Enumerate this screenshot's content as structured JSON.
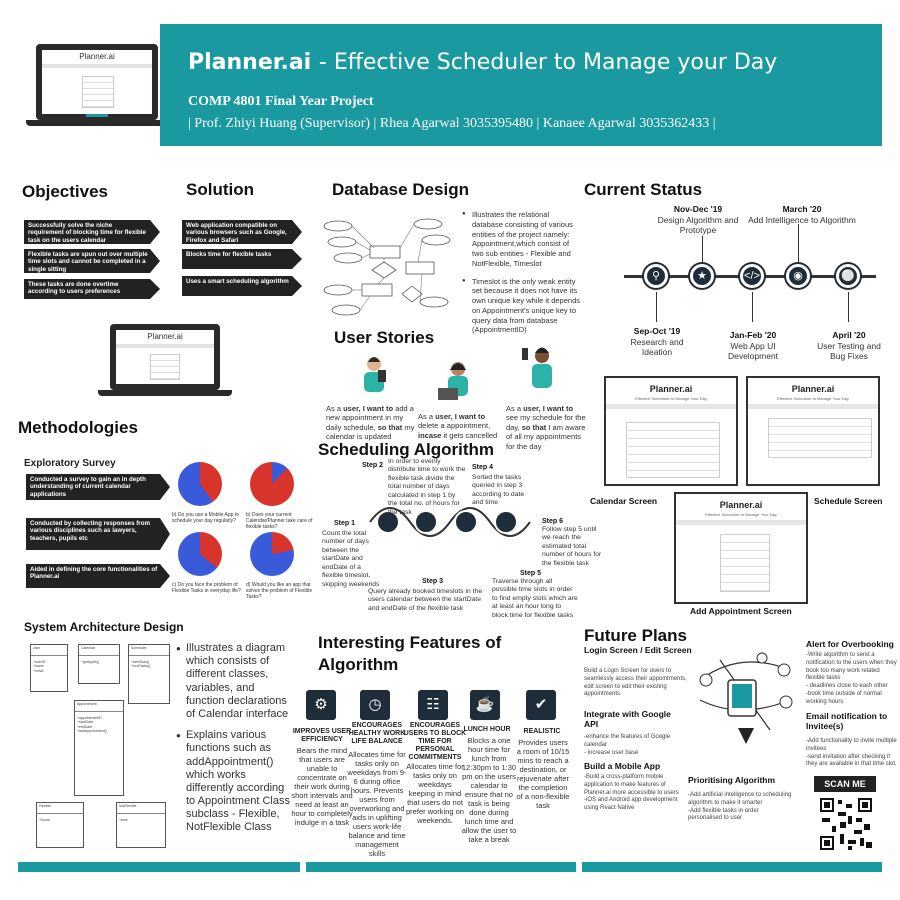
{
  "header": {
    "title": "Planner.ai",
    "title_rest": "- Effective Scheduler to Manage your Day",
    "subtitle": "COMP 4801 Final Year Project",
    "names": "| Prof. Zhiyi Huang (Supervisor) |  Rhea Agarwal 3035395480  | Kanaee Agarwal 3035362433 |"
  },
  "laptop": {
    "app_title": "Planner.ai"
  },
  "objectives": {
    "heading": "Objectives",
    "items": [
      "Successfully solve the niche requirement of blocking time for flexible task on the users calendar",
      "Flexible tasks are spun out over multiple time slots  and cannot be completed in a single sitting",
      "These tasks are done overtime according to users preferences"
    ]
  },
  "solution": {
    "heading": "Solution",
    "items": [
      "Web application compatible on various browsers such as Google, Firefox and Safari",
      "Blocks time for flexible tasks",
      "Uses a smart scheduling algorithm"
    ]
  },
  "methodologies": {
    "heading": "Methodologies",
    "subheading": "Exploratory Survey",
    "items": [
      "Conducted a survey to gain an in depth understanding of current calendar applications",
      "Conducted by collecting responses from various disciplines such as lawyers, teachers, pupils etc",
      "Aided in defining the core functionalities of Planner.ai"
    ],
    "questions": [
      "b) Do you use a Mobile App to schedule your day regularly?",
      "b) Does your current Calendar/Planner take care of flexible tasks?",
      "c) Do you face the problem of Flexible Tasks in everyday life?",
      "d) Would you like an app that solves the problem of Flexible Tasks?"
    ]
  },
  "database": {
    "heading": "Database Design",
    "bullets": [
      "Illustrates the relational database consisting of various entities of the project namely: Appointment,which consist of two sub entities - Flexible and NotFlexible, Timeslot",
      "Timeslot is the only weak entity set because it does not have its own unique key while it depends on Appointment's unique key to query data from database (AppointmentID)"
    ]
  },
  "user_stories": {
    "heading": "User Stories",
    "stories": [
      {
        "role": "As a ",
        "role_b": "user",
        "want": ", I want to ",
        "text": "add a new appointment in my daily schedule, ",
        "so": "so that",
        "rest": " my calendar is updated"
      },
      {
        "role": "As a ",
        "role_b": "user",
        "want": ", I want to ",
        "text": "delete a appointment, ",
        "so": "incase",
        "rest": " it gets cancelled"
      },
      {
        "role": "As a ",
        "role_b": "user",
        "want": ", I want to ",
        "text": "see my schedule for the day, ",
        "so": "so that",
        "rest": " I am aware of all my appointments for the day"
      }
    ]
  },
  "scheduling": {
    "heading": "Scheduling Algorithm",
    "steps": [
      {
        "label": "Step 1",
        "text": "Count the total number of days between the startDate and endDate of a flexible timeslot, skipping weekends"
      },
      {
        "label": "Step 2",
        "text": "In order to evenly distribute time to work the flexible task divide the total number of days calculated in step 1 by the total no. of hours for the task"
      },
      {
        "label": "Step 3",
        "text": "Query already booked timeslots in the users calendar between the startDate and endDate of the flexible task"
      },
      {
        "label": "Step 4",
        "text": "Sorted the tasks queried in step 3 according to date and time"
      },
      {
        "label": "Step 5",
        "text": "Traverse through all possible time slots in order to find empty slots which are at least an hour long to block time for flexible tasks"
      },
      {
        "label": "Step 6",
        "text": "Follow step 5 until we reach the estimated total number of hours for the flexible task"
      }
    ]
  },
  "current_status": {
    "heading": "Current Status",
    "milestones": [
      {
        "date": "Sep-Oct '19",
        "text": "Research and Ideation"
      },
      {
        "date": "Nov-Dec '19",
        "text": "Design Algorithm and Prototype"
      },
      {
        "date": "Jan-Feb '20",
        "text": "Web App UI Development"
      },
      {
        "date": "March  '20",
        "text": "Add Intelligence to Algorithm"
      },
      {
        "date": "April  '20",
        "text": "User Testing and Bug Fixes"
      }
    ],
    "screens": {
      "app_title": "Planner.ai",
      "app_sub": "Effective Scheduler to Manage Your Day",
      "calendar": "Calendar Screen",
      "schedule": "Schedule Screen",
      "add": "Add Appointment Screen"
    }
  },
  "architecture": {
    "heading": "System Architecture Design",
    "bullets": [
      "Illustrates a diagram which consists of different classes, variables, and function declarations of Calendar interface",
      "Explains various functions such as addAppointment() which works differently according to Appointment Class subclass - Flexible, NotFlexible Class"
    ]
  },
  "features": {
    "heading": "Interesting Features of Algorithm",
    "items": [
      {
        "title": "IMPROVES USER EFFICIENCY",
        "text": "Bears the mind that users are unable to concentrate on their work during short intervals and need at least an hour to completely indulge in a task"
      },
      {
        "title": "ENCOURAGES HEALTHY WORK LIFE BALANCE",
        "text": "Allocates time for tasks only on weekdays from 9-6 during office hours. Prevents users from overworking and aids in uplifting users  work-life balance and time management skills"
      },
      {
        "title": "ENCOURAGES USERS TO BLOCK TIME FOR PERSONAL COMMITMENTS",
        "text": "Allocates time for tasks only on weekdays keeping in mind that users do not prefer working on weekends."
      },
      {
        "title": "LUNCH HOUR",
        "text": "Blocks a one hour time for lunch from 12:30pm to 1:30 pm on the users calendar to ensure that no task is being done during lunch time and allow the user to take a break"
      },
      {
        "title": "REALISTIC",
        "text": "Provides users a room of 10/15 mins to reach a destination, or rejuvenate after the completion of a non-flexible task"
      }
    ]
  },
  "future": {
    "heading": "Future Plans",
    "items": [
      {
        "title": "Login Screen / Edit Screen",
        "text": "Build a Login Screen for users to seamlessly access their appointments, edit screen to edit their existing appointments"
      },
      {
        "title": "Integrate with Google API",
        "text": "-enhance the features of Google calendar\n- increase user base"
      },
      {
        "title": "Build a Mobile App",
        "text": "-Build a cross-platform mobile application to make features of Planner.ai more accessible to users\n-iOS and Android app development using React Native"
      },
      {
        "title": "Prioritising Algorithm",
        "text": "-Add artificial intelligence to scheduling algorithm to make it smarter\n-Add flexible tasks in order personalised to user"
      },
      {
        "title": "Alert for Overbooking",
        "text": "-Write algorithm to send a notification to the users when they book too many work related flexible tasks\n- deadlines close to each other\n-book time outside of normal working hours"
      },
      {
        "title": "Email notification to Invitee(s)",
        "text": "-Add functionality to invite multiple invitees\n-send invitation after checking if they are available in that time slot."
      }
    ],
    "scan": "SCAN ME"
  },
  "colors": {
    "teal": "#1a9aa0",
    "dark": "#1f2d3a",
    "pie_blue": "#3a5bd9",
    "pie_red": "#d9342b"
  }
}
